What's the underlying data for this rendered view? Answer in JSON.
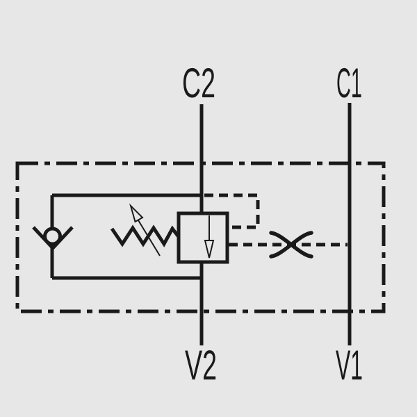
{
  "diagram": {
    "type": "hydraulic-schematic",
    "description": "Counterbalance / overcenter valve circuit symbol",
    "colors": {
      "background": "#e7e7e7",
      "line": "#1a1a1a"
    },
    "ports": {
      "c2": "C2",
      "c1": "C1",
      "v2": "V2",
      "v1": "V1"
    },
    "symbols": {
      "enclosure": "valve-assembly-boundary (dash-dot box)",
      "check_valve": "check-valve (ball in V seat, free flow up)",
      "spring": "adjustable-spring (zigzag with diagonal arrow)",
      "valve_body": "pressure-relief-valve-body (square)",
      "flow_arrow": "flow-direction-arrow (down, inside valve body)",
      "orifice": "restrictor-orifice (curved X)",
      "pilot_line_upper": "pilot line from C2 to valve body (dashed)",
      "pilot_line_lower": "pilot line from valve body through orifice to V1 (dashed)"
    }
  }
}
